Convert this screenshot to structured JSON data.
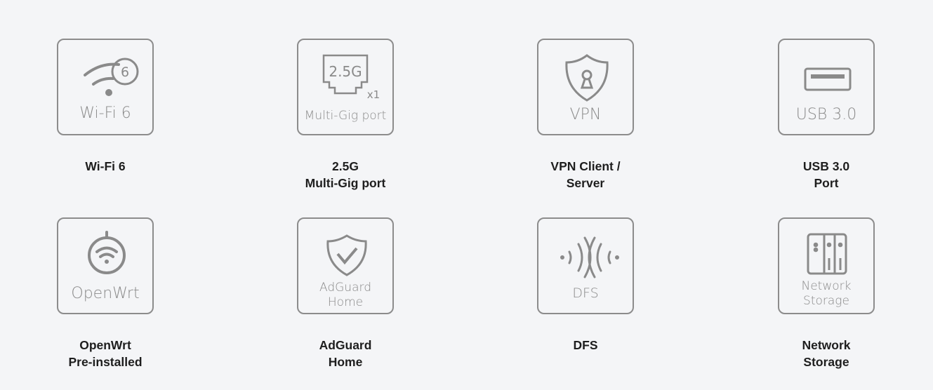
{
  "features": [
    {
      "box_text": "Wi-Fi 6",
      "badge": "6",
      "label": "Wi-Fi 6"
    },
    {
      "box_text": "Multi-Gig port",
      "port_text": "2.5G",
      "count": "x1",
      "label": "2.5G\nMulti-Gig port"
    },
    {
      "box_text": "VPN",
      "label": "VPN Client /\nServer"
    },
    {
      "box_text": "USB 3.0",
      "label": "USB 3.0\nPort"
    },
    {
      "box_text": "OpenWrt",
      "label": "OpenWrt\nPre-installed"
    },
    {
      "box_text": "AdGuard\nHome",
      "label": "AdGuard\nHome"
    },
    {
      "box_text": "DFS",
      "label": "DFS"
    },
    {
      "box_text": "Network\nStorage",
      "label": "Network\nStorage"
    }
  ],
  "colors": {
    "icon": "#8a8a8a",
    "background": "#f4f5f7",
    "label": "#1e1e1e"
  }
}
